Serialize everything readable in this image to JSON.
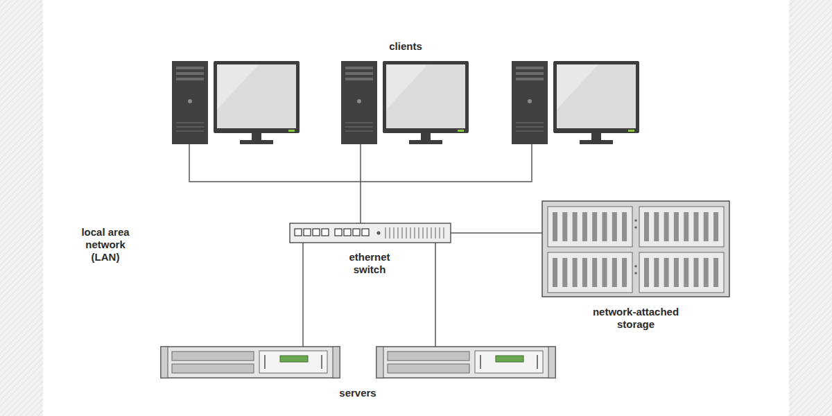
{
  "diagram": {
    "nodes": [
      {
        "text": [
          "local area network (LAN)"
        ]
      },
      {
        "text": [
          "clients"
        ],
        "in": 0
      },
      {
        "text": [
          "ethernet switch"
        ],
        "in": 0
      },
      {
        "text": [
          "network-attached storage"
        ],
        "in": 0
      },
      {
        "text": [
          "servers"
        ],
        "in": 0
      }
    ],
    "edges": [
      {
        "from": 1,
        "to": 2,
        "arrow": "none"
      },
      {
        "from": 2,
        "to": 3,
        "arrow": "none"
      },
      {
        "from": 2,
        "to": 4,
        "arrow": "none"
      }
    ]
  }
}
